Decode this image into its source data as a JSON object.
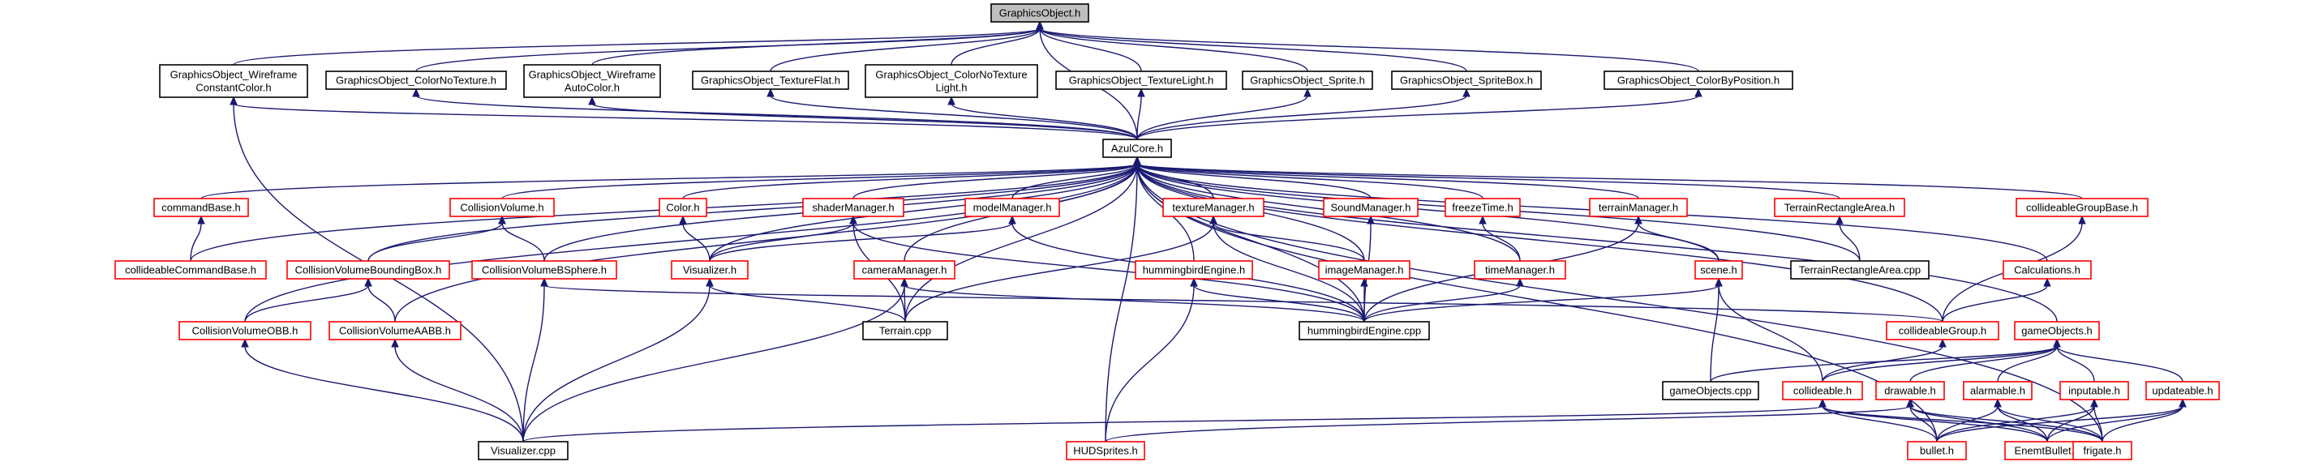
{
  "colors": {
    "edge": "#191970",
    "black_border": "#000000",
    "red_border": "#ff0000",
    "focus_fill": "#bfbfbf"
  },
  "nodes": {
    "n_graphicsobject": {
      "lines": [
        "GraphicsObject.h"
      ],
      "border": "gray"
    },
    "n_go_wire_const": {
      "lines": [
        "GraphicsObject_Wireframe",
        "ConstantColor.h"
      ],
      "border": "black"
    },
    "n_go_colornotex": {
      "lines": [
        "GraphicsObject_ColorNoTexture.h"
      ],
      "border": "black"
    },
    "n_go_wire_auto": {
      "lines": [
        "GraphicsObject_Wireframe",
        "AutoColor.h"
      ],
      "border": "black"
    },
    "n_go_texflat": {
      "lines": [
        "GraphicsObject_TextureFlat.h"
      ],
      "border": "black"
    },
    "n_go_colornotex_light": {
      "lines": [
        "GraphicsObject_ColorNoTexture",
        "Light.h"
      ],
      "border": "black"
    },
    "n_go_texlight": {
      "lines": [
        "GraphicsObject_TextureLight.h"
      ],
      "border": "black"
    },
    "n_go_sprite": {
      "lines": [
        "GraphicsObject_Sprite.h"
      ],
      "border": "black"
    },
    "n_go_spritebox": {
      "lines": [
        "GraphicsObject_SpriteBox.h"
      ],
      "border": "black"
    },
    "n_go_colorbypos": {
      "lines": [
        "GraphicsObject_ColorByPosition.h"
      ],
      "border": "black"
    },
    "n_azulcore": {
      "lines": [
        "AzulCore.h"
      ],
      "border": "black"
    },
    "n_commandbase": {
      "lines": [
        "commandBase.h"
      ],
      "border": "red"
    },
    "n_collisionvolume": {
      "lines": [
        "CollisionVolume.h"
      ],
      "border": "red"
    },
    "n_color": {
      "lines": [
        "Color.h"
      ],
      "border": "red"
    },
    "n_shadermanager": {
      "lines": [
        "shaderManager.h"
      ],
      "border": "red"
    },
    "n_modelmanager": {
      "lines": [
        "modelManager.h"
      ],
      "border": "red"
    },
    "n_texturemanager": {
      "lines": [
        "textureManager.h"
      ],
      "border": "red"
    },
    "n_soundmanager": {
      "lines": [
        "SoundManager.h"
      ],
      "border": "red"
    },
    "n_freezetime": {
      "lines": [
        "freezeTime.h"
      ],
      "border": "red"
    },
    "n_terrainmanager": {
      "lines": [
        "terrainManager.h"
      ],
      "border": "red"
    },
    "n_terrainrectarea_h": {
      "lines": [
        "TerrainRectangleArea.h"
      ],
      "border": "red"
    },
    "n_collidegroupbase": {
      "lines": [
        "collideableGroupBase.h"
      ],
      "border": "red"
    },
    "n_collidecmdbase": {
      "lines": [
        "collideableCommandBase.h"
      ],
      "border": "red"
    },
    "n_cv_boundingbox": {
      "lines": [
        "CollisionVolumeBoundingBox.h"
      ],
      "border": "red"
    },
    "n_cv_bsphere": {
      "lines": [
        "CollisionVolumeBSphere.h"
      ],
      "border": "red"
    },
    "n_visualizer_h": {
      "lines": [
        "Visualizer.h"
      ],
      "border": "red"
    },
    "n_cameramanager": {
      "lines": [
        "cameraManager.h"
      ],
      "border": "red"
    },
    "n_hummingbird_h": {
      "lines": [
        "hummingbirdEngine.h"
      ],
      "border": "red"
    },
    "n_imagemanager": {
      "lines": [
        "imageManager.h"
      ],
      "border": "red"
    },
    "n_timemanager": {
      "lines": [
        "timeManager.h"
      ],
      "border": "red"
    },
    "n_scene": {
      "lines": [
        "scene.h"
      ],
      "border": "red"
    },
    "n_terrainrectarea_cpp": {
      "lines": [
        "TerrainRectangleArea.cpp"
      ],
      "border": "black"
    },
    "n_calculations": {
      "lines": [
        "Calculations.h"
      ],
      "border": "red"
    },
    "n_cv_obb": {
      "lines": [
        "CollisionVolumeOBB.h"
      ],
      "border": "red"
    },
    "n_cv_aabb": {
      "lines": [
        "CollisionVolumeAABB.h"
      ],
      "border": "red"
    },
    "n_terrain_cpp": {
      "lines": [
        "Terrain.cpp"
      ],
      "border": "black"
    },
    "n_hummingbird_cpp": {
      "lines": [
        "hummingbirdEngine.cpp"
      ],
      "border": "black"
    },
    "n_collidegroup": {
      "lines": [
        "collideableGroup.h"
      ],
      "border": "red"
    },
    "n_gameobjects_h": {
      "lines": [
        "gameObjects.h"
      ],
      "border": "red"
    },
    "n_gameobjects_cpp": {
      "lines": [
        "gameObjects.cpp"
      ],
      "border": "black"
    },
    "n_collideable": {
      "lines": [
        "collideable.h"
      ],
      "border": "red"
    },
    "n_drawable": {
      "lines": [
        "drawable.h"
      ],
      "border": "red"
    },
    "n_alarmable": {
      "lines": [
        "alarmable.h"
      ],
      "border": "red"
    },
    "n_inputable": {
      "lines": [
        "inputable.h"
      ],
      "border": "red"
    },
    "n_updateable": {
      "lines": [
        "updateable.h"
      ],
      "border": "red"
    },
    "n_visualizer_cpp": {
      "lines": [
        "Visualizer.cpp"
      ],
      "border": "black"
    },
    "n_hudsprites": {
      "lines": [
        "HUDSprites.h"
      ],
      "border": "red"
    },
    "n_bullet": {
      "lines": [
        "bullet.h"
      ],
      "border": "red"
    },
    "n_enemtbullet": {
      "lines": [
        "EnemtBullet.h"
      ],
      "border": "red"
    },
    "n_frigate": {
      "lines": [
        "frigate.h"
      ],
      "border": "red"
    }
  }
}
